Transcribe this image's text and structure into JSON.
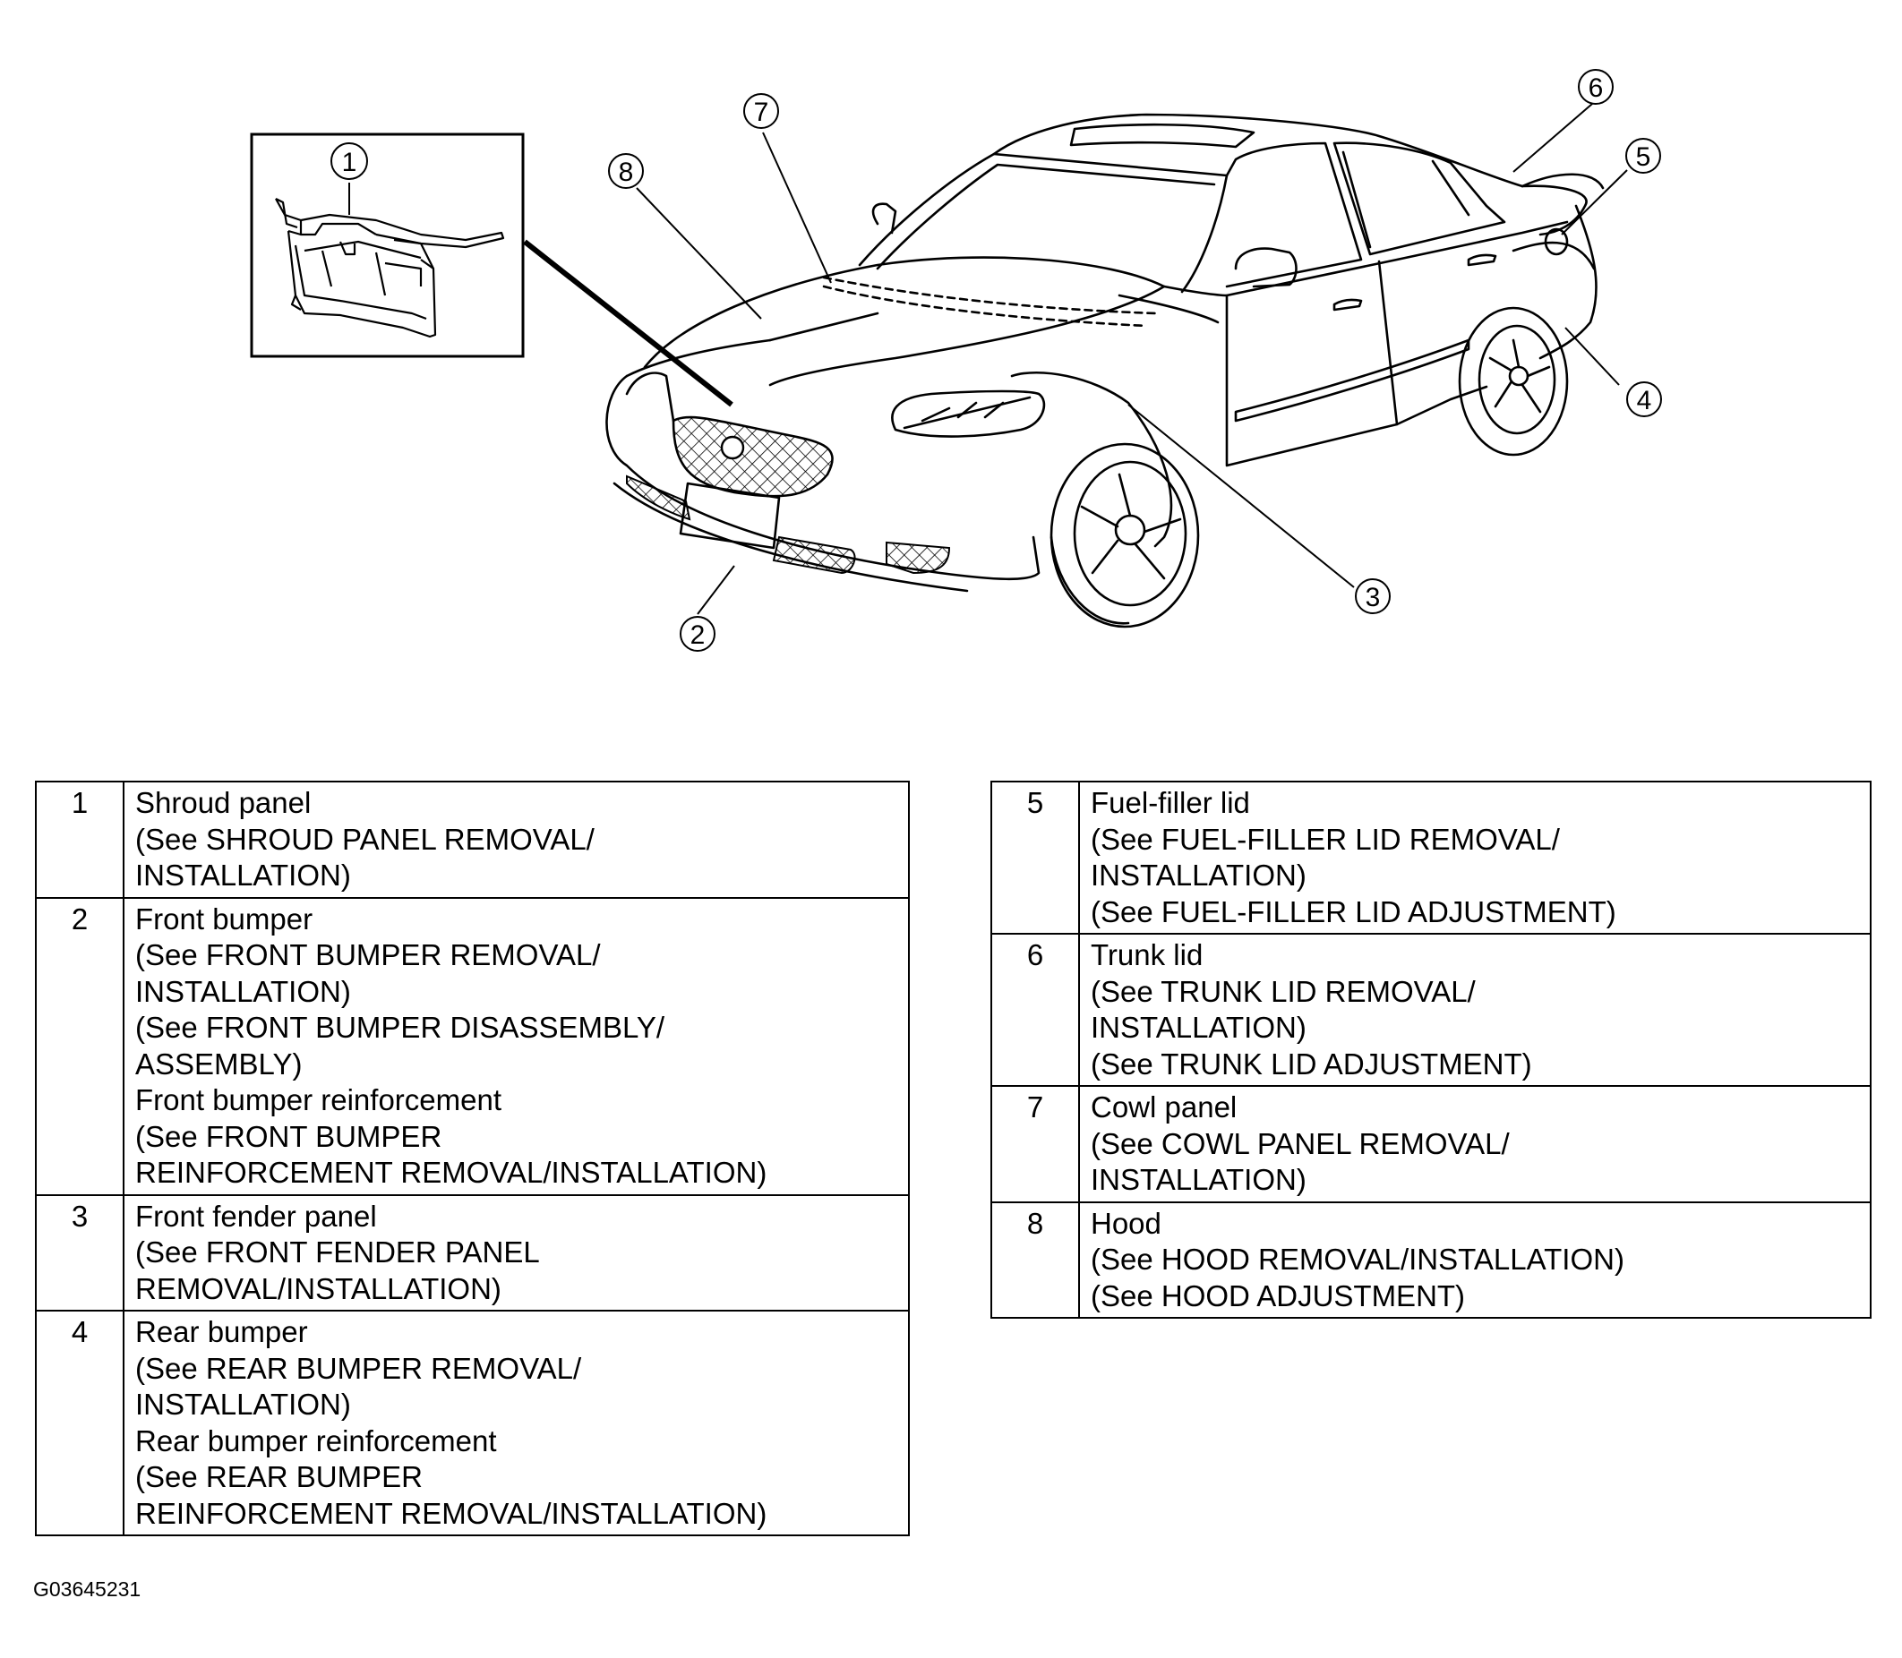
{
  "callouts": [
    "1",
    "2",
    "3",
    "4",
    "5",
    "6",
    "7",
    "8"
  ],
  "parts_left": [
    {
      "num": "1",
      "lines": [
        "Shroud panel",
        "(See SHROUD PANEL REMOVAL/",
        "INSTALLATION)"
      ]
    },
    {
      "num": "2",
      "lines": [
        "Front bumper",
        "(See FRONT BUMPER REMOVAL/",
        "INSTALLATION)",
        "(See FRONT BUMPER DISASSEMBLY/",
        "ASSEMBLY)",
        "Front bumper reinforcement",
        "(See FRONT BUMPER",
        "REINFORCEMENT REMOVAL/INSTALLATION)"
      ]
    },
    {
      "num": "3",
      "lines": [
        "Front fender panel",
        "(See FRONT FENDER PANEL",
        "REMOVAL/INSTALLATION)"
      ]
    },
    {
      "num": "4",
      "lines": [
        "Rear bumper",
        "(See REAR BUMPER REMOVAL/",
        "INSTALLATION)",
        "Rear bumper reinforcement",
        "(See REAR BUMPER",
        "REINFORCEMENT REMOVAL/INSTALLATION)"
      ]
    }
  ],
  "parts_right": [
    {
      "num": "5",
      "lines": [
        "Fuel-filler lid",
        "(See FUEL-FILLER LID REMOVAL/",
        "INSTALLATION)",
        "(See FUEL-FILLER LID ADJUSTMENT)"
      ]
    },
    {
      "num": "6",
      "lines": [
        "Trunk lid",
        "(See TRUNK LID REMOVAL/",
        "INSTALLATION)",
        "(See TRUNK LID ADJUSTMENT)"
      ]
    },
    {
      "num": "7",
      "lines": [
        "Cowl panel",
        "(See COWL PANEL REMOVAL/",
        "INSTALLATION)"
      ]
    },
    {
      "num": "8",
      "lines": [
        "Hood",
        "(See HOOD REMOVAL/INSTALLATION)",
        "(See HOOD ADJUSTMENT)"
      ]
    }
  ],
  "figure_code": "G03645231"
}
